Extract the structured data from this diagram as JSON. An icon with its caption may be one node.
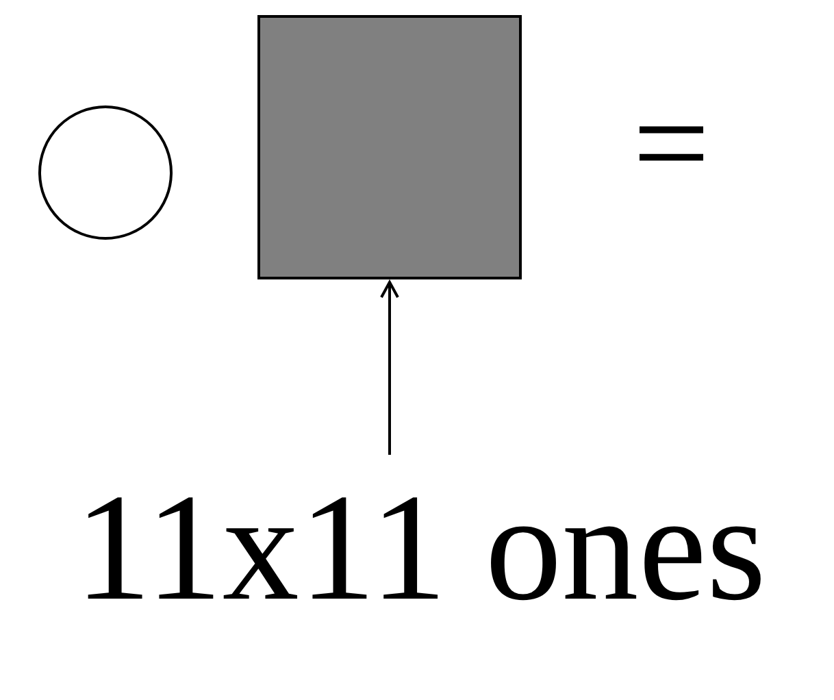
{
  "diagram": {
    "nodes": [
      {
        "text": [],
        "shape": "circle"
      },
      {
        "text": [],
        "shape": "box"
      },
      {
        "text": [
          "11x11 ones"
        ]
      }
    ],
    "edges": [
      {
        "from": 2,
        "to": 1,
        "arrow": "to"
      }
    ],
    "labels": [
      "="
    ]
  }
}
